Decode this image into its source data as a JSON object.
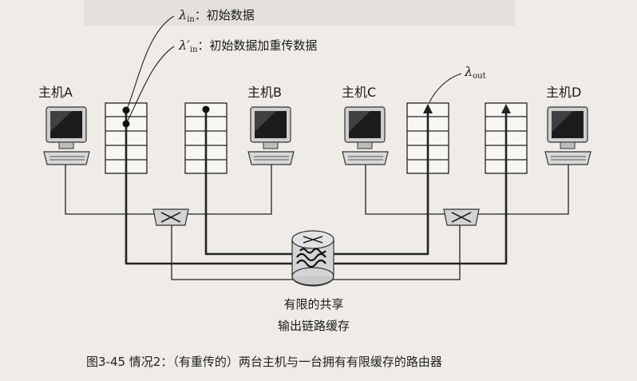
{
  "legend": {
    "lambda_in_symbol": "λ",
    "lambda_in_sub": "in",
    "lambda_in_text": "：初始数据",
    "lambda_in_prime_symbol": "λ′",
    "lambda_in_prime_sub": "in",
    "lambda_in_prime_text": "：初始数据加重传数据",
    "lambda_out_symbol": "λ",
    "lambda_out_sub": "out"
  },
  "hosts": {
    "a": "主机A",
    "b": "主机B",
    "c": "主机C",
    "d": "主机D"
  },
  "router": {
    "buffer_label_line1": "有限的共享",
    "buffer_label_line2": "输出链路缓存"
  },
  "caption": "图3-45   情况2：（有重传的）两台主机与一台拥有有限缓存的路由器",
  "colors": {
    "line": "#222222",
    "router_fill": "#d6d6d6",
    "screen": "#1c1c1c"
  }
}
